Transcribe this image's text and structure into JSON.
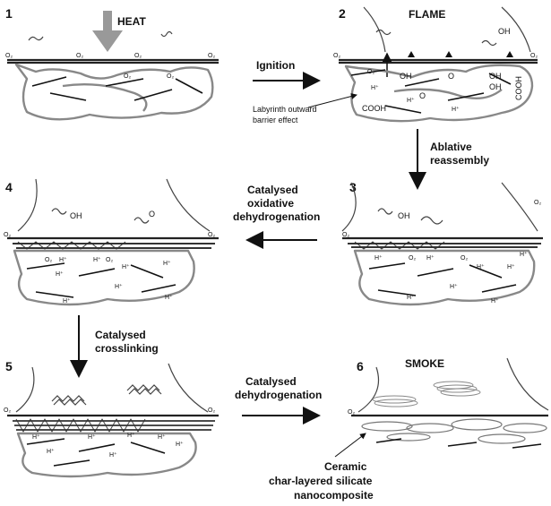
{
  "panels": {
    "p1": {
      "number": "1",
      "label": "HEAT"
    },
    "p2": {
      "number": "2",
      "label": "FLAME",
      "annotation_line1": "Labyrinth outward",
      "annotation_line2": "barrier effect"
    },
    "p3": {
      "number": "3"
    },
    "p4": {
      "number": "4"
    },
    "p5": {
      "number": "5"
    },
    "p6": {
      "number": "6",
      "label": "SMOKE",
      "annotation_line1": "Ceramic",
      "annotation_line2": "char-layered silicate",
      "annotation_line3": "nanocomposite"
    }
  },
  "steps": {
    "ignition": "Ignition",
    "ablative_line1": "Ablative",
    "ablative_line2": "reassembly",
    "oxidative_line1": "Catalysed",
    "oxidative_line2": "oxidative",
    "oxidative_line3": "dehydrogenation",
    "crosslink_line1": "Catalysed",
    "crosslink_line2": "crosslinking",
    "dehydro_line1": "Catalysed",
    "dehydro_line2": "dehydrogenation"
  },
  "chem": {
    "o2": "O₂",
    "oh": "OH",
    "cooh": "COOH",
    "hplus": "H⁺",
    "o": "O"
  },
  "colors": {
    "ink": "#111111",
    "polymer": "#888888",
    "arrow": "#999999"
  }
}
